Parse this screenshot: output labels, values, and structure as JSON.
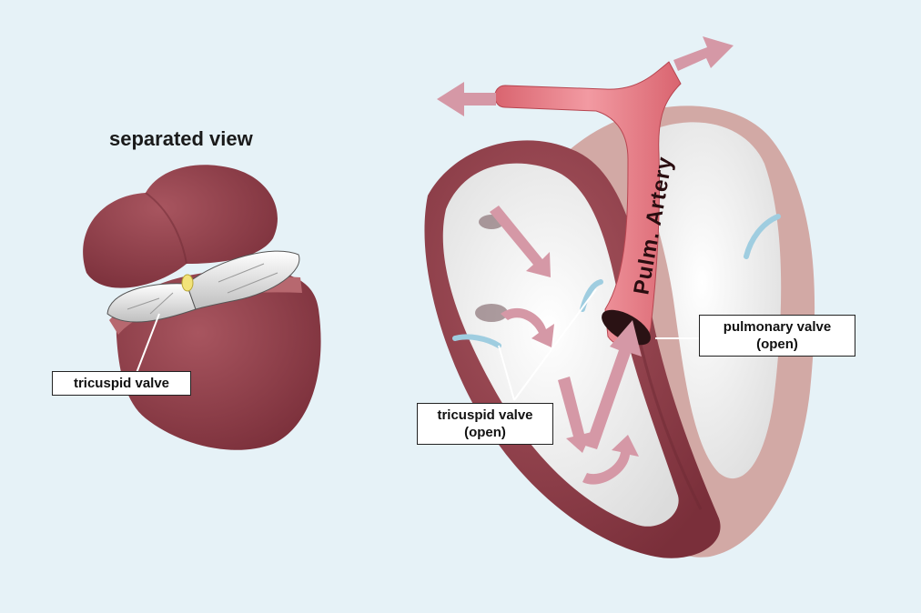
{
  "heading": "separated view",
  "artery_label": "Pulm. Artery",
  "labels": {
    "tricuspid_left": "tricuspid valve",
    "pulmonary_line1": "pulmonary valve",
    "pulmonary_line2": "(open)",
    "tricuspid_right_line1": "tricuspid valve",
    "tricuspid_right_line2": "(open)"
  },
  "colors": {
    "background": "#e6f2f7",
    "heart_muscle": "#8a3a44",
    "heart_outer": "#d4aba7",
    "artery": "#e87d86",
    "flow_arrow": "#d598a6"
  }
}
